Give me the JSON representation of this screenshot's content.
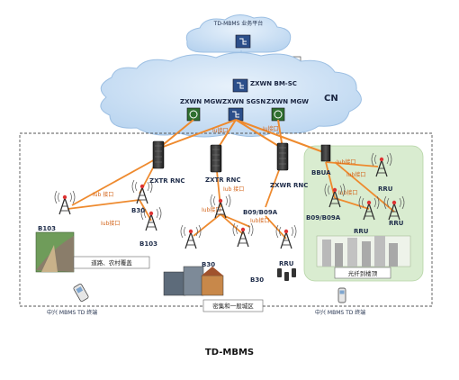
{
  "platform": {
    "title": "TD-MBMS 业务平台",
    "resolution": "480x356"
  },
  "core": {
    "bmsc": "ZXWN BM-SC",
    "mgw_left": "ZXWN MGW",
    "sgsn": "ZXWN SGSN",
    "mgw_right": "ZXWN MGW",
    "cn": "CN"
  },
  "rnc": {
    "left": "ZXTR RNC",
    "middle": "ZXTR RNC",
    "right": "ZXWR RNC"
  },
  "link_labels": {
    "iu_1": "Iu接口",
    "iu_2": "Iu接口",
    "iub_1": "Iub 接口",
    "iub_2": "Iub接口",
    "iub_3": "Iub 接口",
    "iub_4": "Iub接口",
    "iub_5": "Iub接口",
    "iub_6": "Iub接口",
    "iub_7": "Iub接口",
    "iub_8": "Iub接口"
  },
  "stations": {
    "b103_left": "B103",
    "b30_left": "B30",
    "b103_mid": "B103",
    "b09_center": "B09/B09A",
    "b30_center": "B30",
    "b30_bottom": "B30",
    "rru_center": "RRU",
    "bbua": "BBUA",
    "rru_right_top": "RRU",
    "b09_right": "B09/B09A",
    "rru_right_mid": "RRU",
    "rru_right_low": "RRU"
  },
  "areas": {
    "rural": "道路、农村覆盖",
    "urban": "密集和一般城区",
    "fiber": "光纤到楼顶"
  },
  "terminals": {
    "left": "中兴 MBMS TD 终端",
    "right": "中兴 MBMS TD 终端"
  },
  "caption": "TD-MBMS",
  "colors": {
    "cloud": "#cfe3f7",
    "cloud_edge": "#9cbfe3",
    "link": "#ee8a2e",
    "green_zone": "#d9ecd0"
  }
}
